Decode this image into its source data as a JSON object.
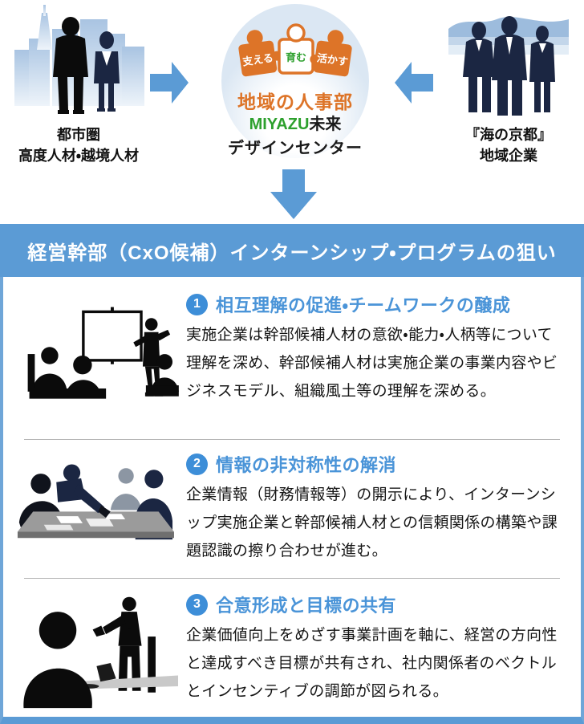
{
  "colors": {
    "accent_blue": "#5b9bd5",
    "heading_blue": "#4a94d8",
    "badge_blue": "#3d8ed8",
    "border_blue": "#6fa6d8",
    "logo_orange": "#dd7428",
    "logo_green": "#2da02d",
    "logo_circle_bg": "#dbe7f3",
    "silhouette_black": "#0b0b0b",
    "silhouette_navy": "#1b2642",
    "divider_gray": "#b3b3b3"
  },
  "top_diagram": {
    "left_group": {
      "label_line1": "都市圏",
      "label_line2": "高度人材・越境人材"
    },
    "center_logo": {
      "puzzle_labels": [
        "支える",
        "育む",
        "活かす"
      ],
      "logo_title": "地域の人事部",
      "org_line1_green": "MIYAZU",
      "org_line1_black": "未来",
      "org_line2": "デザインセンター"
    },
    "right_group": {
      "label_line1": "『海の京都』",
      "label_line2": "地域企業"
    }
  },
  "header": {
    "title": "経営幹部（CxO候補）インターンシップ・プログラムの狙い"
  },
  "sections": [
    {
      "number": "1",
      "title": "相互理解の促進・チームワークの醸成",
      "body": "実施企業は幹部候補人材の意欲・能力・人柄等について理解を深め、幹部候補人材は実施企業の事業内容やビジネスモデル、組織風土等の理解を深める。"
    },
    {
      "number": "2",
      "title": "情報の非対称性の解消",
      "body": "企業情報（財務情報等）の開示により、インターンシップ実施企業と幹部候補人材との信頼関係の構築や課題認識の擦り合わせが進む。"
    },
    {
      "number": "3",
      "title": "合意形成と目標の共有",
      "body": "企業価値向上をめざす事業計画を軸に、経営の方向性と達成すべき目標が共有され、社内関係者のベクトルとインセンティブの調節が図られる。"
    }
  ]
}
